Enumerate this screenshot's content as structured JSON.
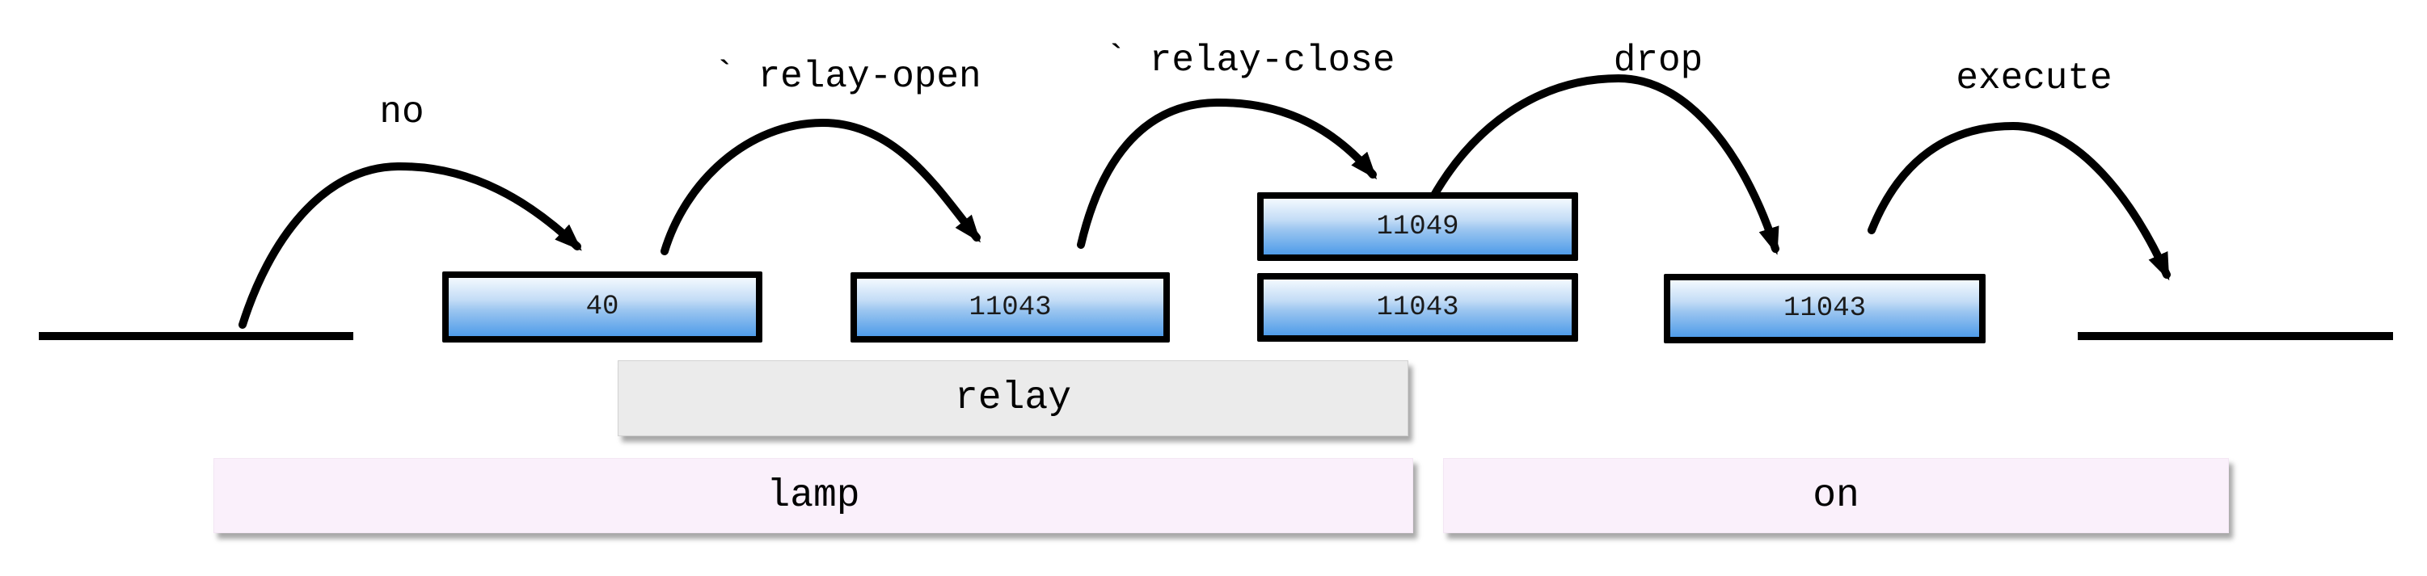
{
  "palette": {
    "background": "#ffffff",
    "cell_border": "#000000",
    "cell_fill_top": "#f3f9fe",
    "cell_fill_bottom": "#4f9ce9",
    "relay_band_fill": "#ebebeb",
    "lamp_on_band_fill": "#faf0fb",
    "arrow_color": "#000000"
  },
  "arcs": [
    {
      "label": "no"
    },
    {
      "label": "` relay-open"
    },
    {
      "label": "` relay-close"
    },
    {
      "label": "drop"
    },
    {
      "label": "execute"
    }
  ],
  "cells": [
    {
      "value": "40"
    },
    {
      "value": "11043"
    },
    {
      "value": "11049"
    },
    {
      "value": "11043"
    },
    {
      "value": "11043"
    }
  ],
  "bands": [
    {
      "label": "relay"
    },
    {
      "label": "lamp"
    },
    {
      "label": "on"
    }
  ]
}
